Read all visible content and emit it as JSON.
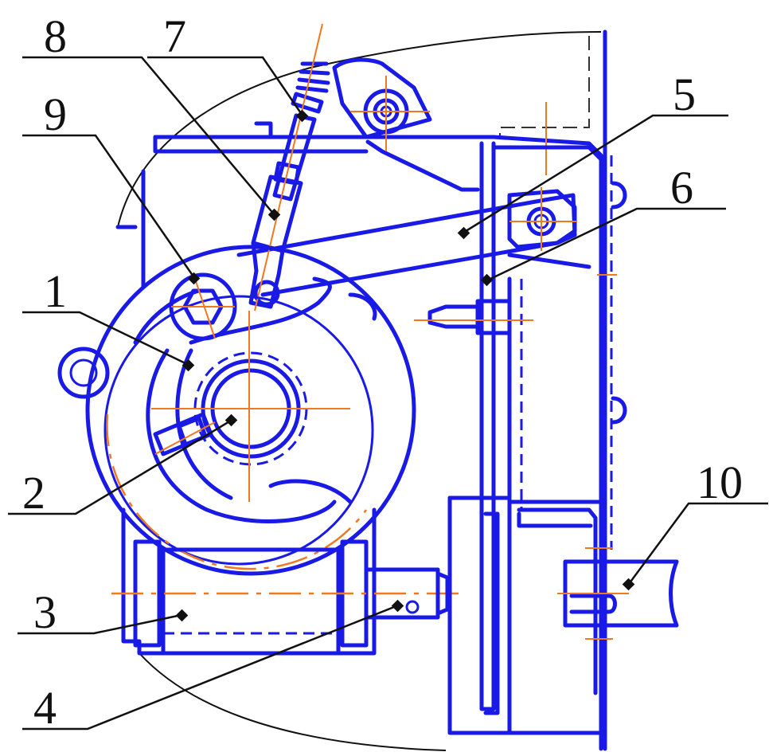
{
  "callouts": [
    {
      "id": "1",
      "text": "1"
    },
    {
      "id": "2",
      "text": "2"
    },
    {
      "id": "3",
      "text": "3"
    },
    {
      "id": "4",
      "text": "4"
    },
    {
      "id": "5",
      "text": "5"
    },
    {
      "id": "6",
      "text": "6"
    },
    {
      "id": "7",
      "text": "7"
    },
    {
      "id": "8",
      "text": "8"
    },
    {
      "id": "9",
      "text": "9"
    },
    {
      "id": "10",
      "text": "10"
    }
  ],
  "colors": {
    "outline": "#1a1ae6",
    "axis": "#f07820",
    "leader": "#111111"
  }
}
